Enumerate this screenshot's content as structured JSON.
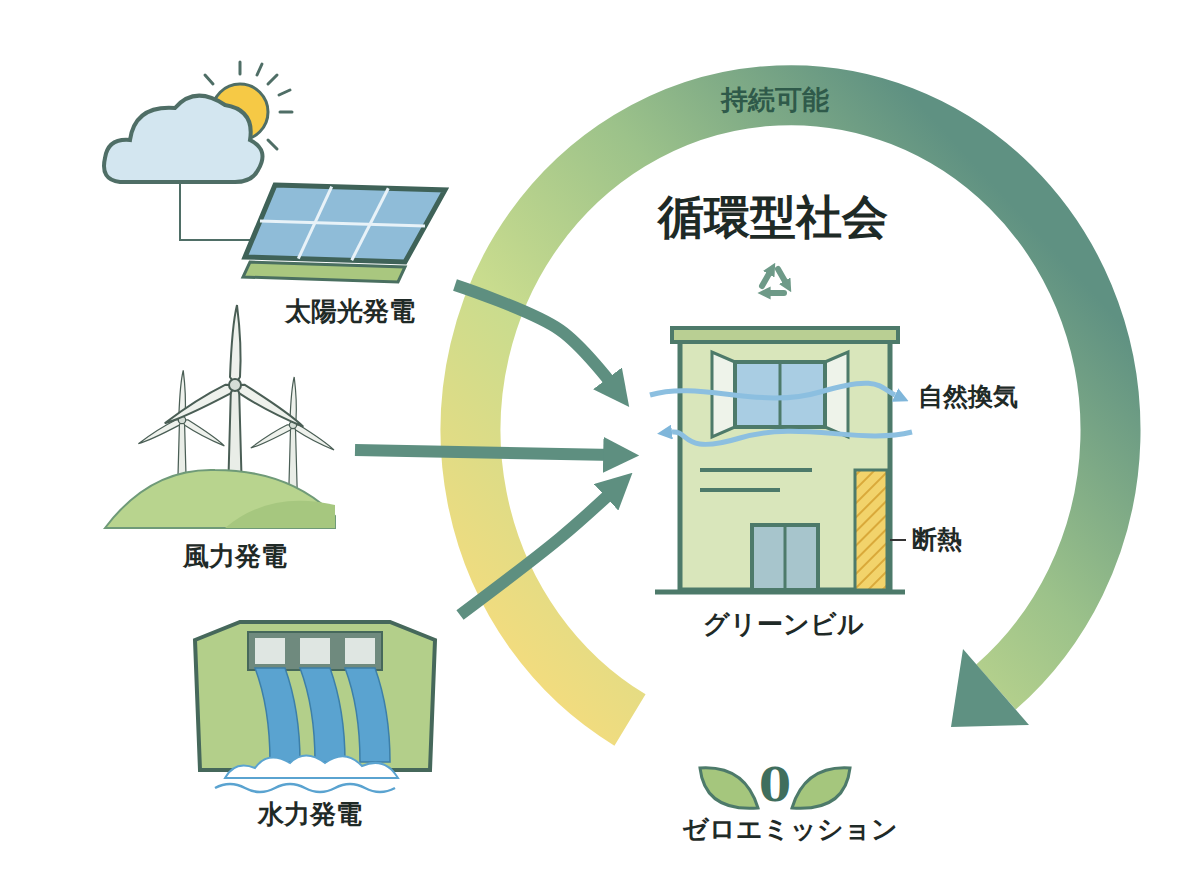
{
  "diagram": {
    "title": "循環型社会",
    "nodes": [
      {
        "text": [
          "太陽光発電"
        ]
      },
      {
        "text": [
          "風力発電"
        ]
      },
      {
        "text": [
          "水力発電"
        ]
      },
      {
        "text": [
          "グリーンビル"
        ]
      },
      {
        "text": [
          "0",
          "ゼロエミッション"
        ]
      }
    ],
    "edges": [
      {
        "from": 0,
        "to": 3,
        "arrow": "to"
      },
      {
        "from": 1,
        "to": 3,
        "arrow": "to"
      },
      {
        "from": 2,
        "to": 3,
        "arrow": "to"
      }
    ],
    "labels": [
      "持続可能",
      "自然換気",
      "断熱"
    ]
  }
}
